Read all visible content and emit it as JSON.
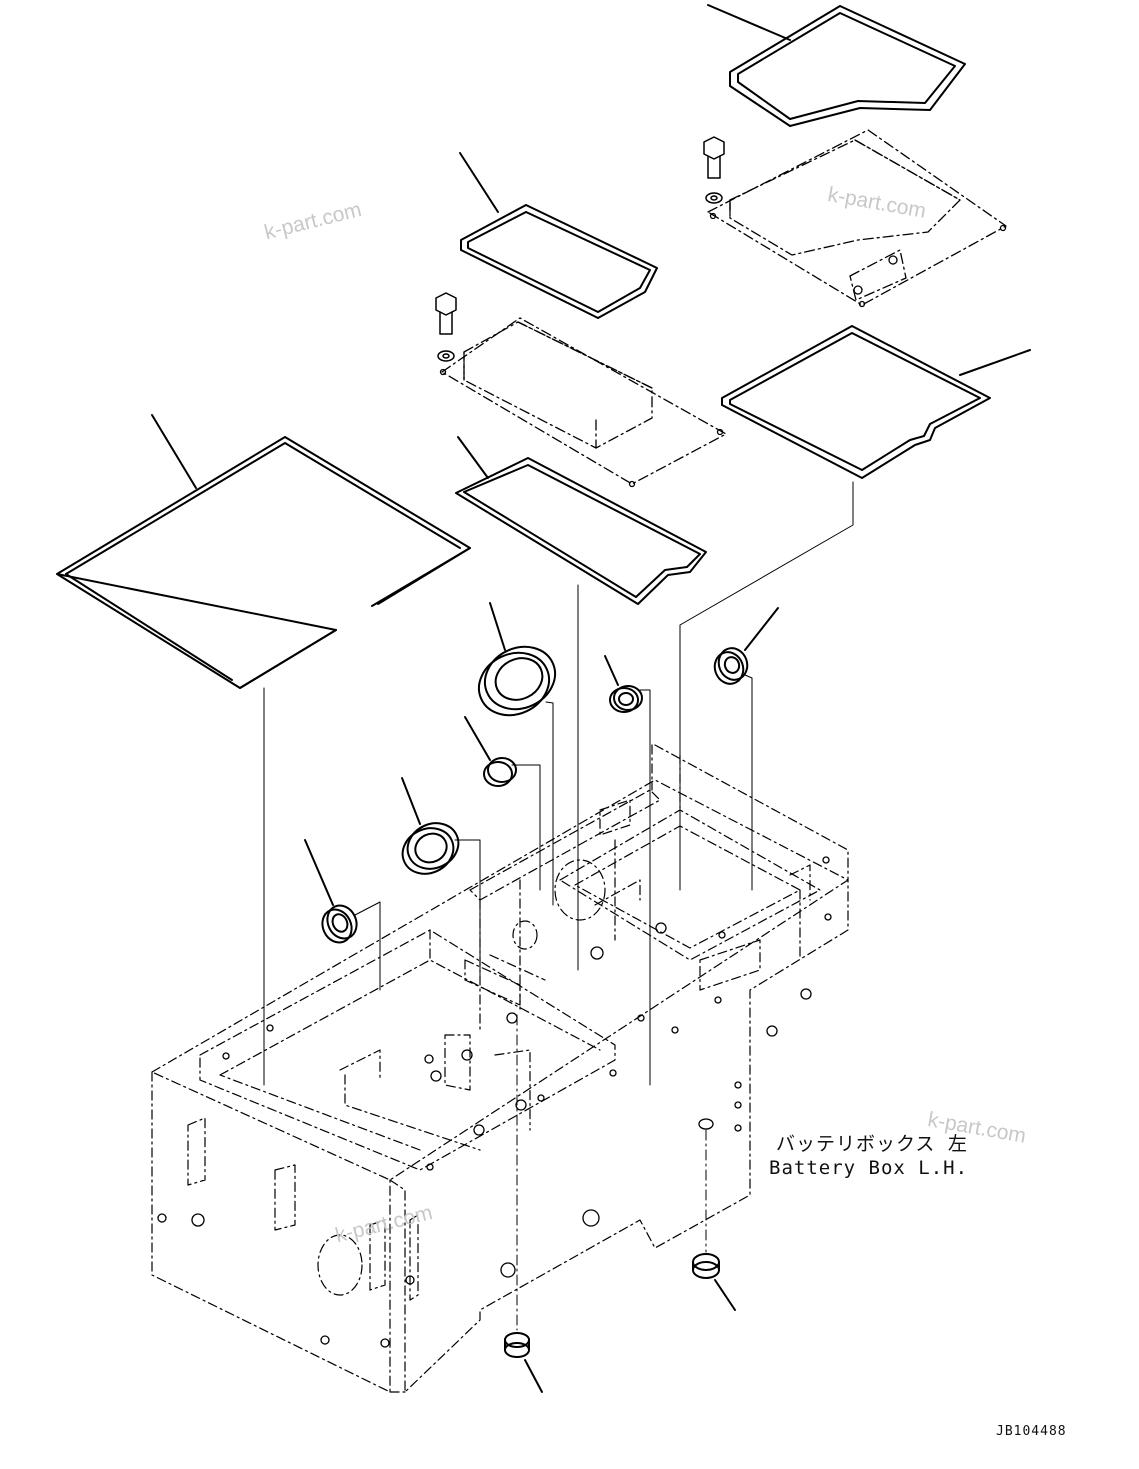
{
  "caption": {
    "jp": "バッテリボックス 左",
    "en": "Battery Box L.H."
  },
  "drawing_id": "JB104488",
  "watermarks": [
    "k-part.com",
    "k-part.com",
    "k-part.com",
    "k-part.com"
  ]
}
